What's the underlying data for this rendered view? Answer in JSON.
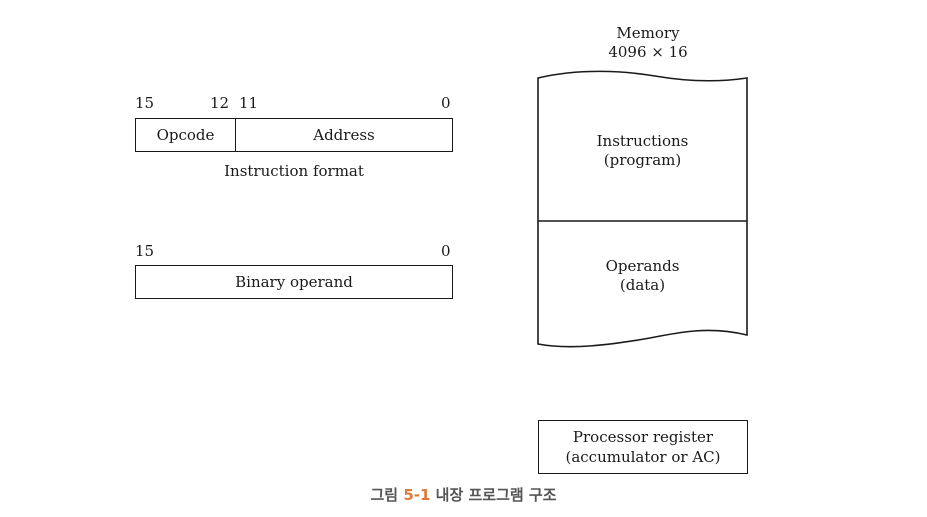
{
  "instruction_format": {
    "bits": {
      "b15": "15",
      "b12": "12",
      "b11": "11",
      "b0": "0"
    },
    "opcode": "Opcode",
    "address": "Address",
    "caption": "Instruction format"
  },
  "binary_operand": {
    "bits": {
      "b15": "15",
      "b0": "0"
    },
    "label": "Binary operand"
  },
  "memory": {
    "title": "Memory",
    "size": "4096 × 16",
    "instructions": "Instructions",
    "instructions_sub": "(program)",
    "operands": "Operands",
    "operands_sub": "(data)"
  },
  "processor_register": {
    "line1": "Processor register",
    "line2": "(accumulator or AC)"
  },
  "figure_caption": {
    "prefix": "그림",
    "number": "5-1",
    "title": "내장 프로그램 구조"
  }
}
